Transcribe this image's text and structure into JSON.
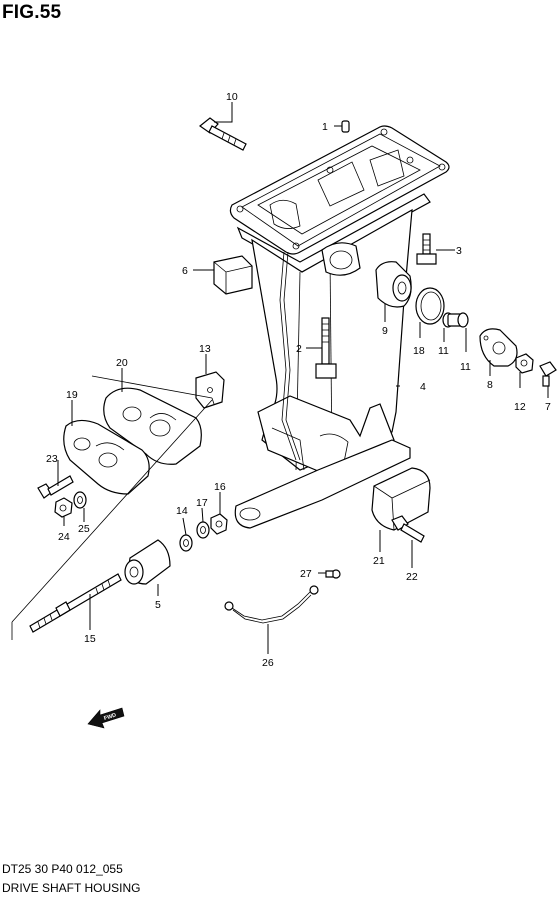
{
  "figure": {
    "title": "FIG.55",
    "model_code": "DT25 30 P40 012_055",
    "caption": "DRIVE SHAFT HOUSING",
    "fwd_label": "FWD"
  },
  "callouts": [
    {
      "id": "1",
      "label": "1"
    },
    {
      "id": "2",
      "label": "2"
    },
    {
      "id": "3",
      "label": "3"
    },
    {
      "id": "4",
      "label": "4"
    },
    {
      "id": "5",
      "label": "5"
    },
    {
      "id": "6",
      "label": "6"
    },
    {
      "id": "7",
      "label": "7"
    },
    {
      "id": "8",
      "label": "8"
    },
    {
      "id": "9",
      "label": "9"
    },
    {
      "id": "10",
      "label": "10"
    },
    {
      "id": "11a",
      "label": "11"
    },
    {
      "id": "11b",
      "label": "11"
    },
    {
      "id": "12",
      "label": "12"
    },
    {
      "id": "13",
      "label": "13"
    },
    {
      "id": "14",
      "label": "14"
    },
    {
      "id": "15",
      "label": "15"
    },
    {
      "id": "16",
      "label": "16"
    },
    {
      "id": "17",
      "label": "17"
    },
    {
      "id": "18",
      "label": "18"
    },
    {
      "id": "19",
      "label": "19"
    },
    {
      "id": "20",
      "label": "20"
    },
    {
      "id": "21",
      "label": "21"
    },
    {
      "id": "22",
      "label": "22"
    },
    {
      "id": "23",
      "label": "23"
    },
    {
      "id": "24",
      "label": "24"
    },
    {
      "id": "25",
      "label": "25"
    },
    {
      "id": "26",
      "label": "26"
    },
    {
      "id": "27",
      "label": "27"
    }
  ]
}
